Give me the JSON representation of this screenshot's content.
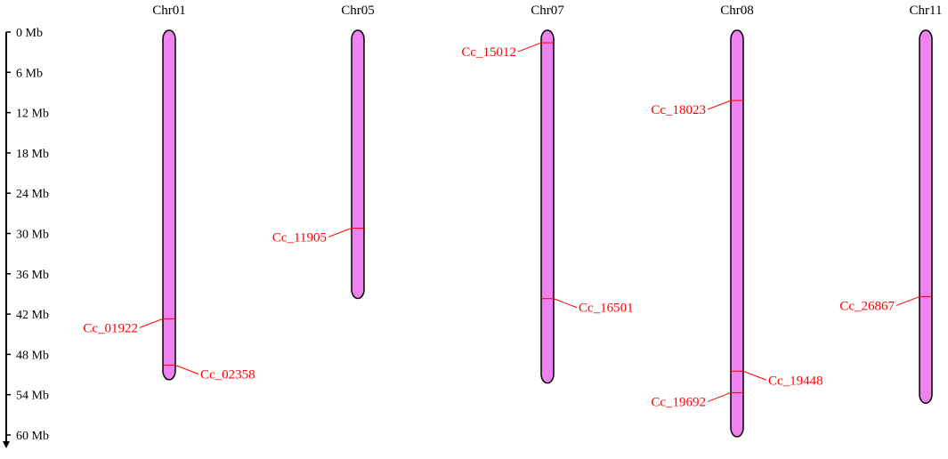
{
  "colors": {
    "chromosome_fill": "#ee82ee",
    "chromosome_stroke": "#000000",
    "gene_marker": "#ff0000",
    "axis": "#000000"
  },
  "scale": {
    "unit": "Mb",
    "max": 60,
    "step": 6,
    "ticks": [
      "0 Mb",
      "6 Mb",
      "12 Mb",
      "18 Mb",
      "24 Mb",
      "30 Mb",
      "36 Mb",
      "42 Mb",
      "48 Mb",
      "54 Mb",
      "60 Mb"
    ]
  },
  "chromosomes": [
    {
      "name": "Chr01",
      "length_mb": 51.5,
      "genes": [
        {
          "id": "Cc_01922",
          "pos_mb": 42.7,
          "label_side": "left"
        },
        {
          "id": "Cc_02358",
          "pos_mb": 49.6,
          "label_side": "right"
        }
      ]
    },
    {
      "name": "Chr05",
      "length_mb": 39.4,
      "genes": [
        {
          "id": "Cc_11905",
          "pos_mb": 29.2,
          "label_side": "left"
        }
      ]
    },
    {
      "name": "Chr07",
      "length_mb": 52.0,
      "genes": [
        {
          "id": "Cc_15012",
          "pos_mb": 1.6,
          "label_side": "left"
        },
        {
          "id": "Cc_16501",
          "pos_mb": 39.7,
          "label_side": "right"
        }
      ]
    },
    {
      "name": "Chr08",
      "length_mb": 60.0,
      "genes": [
        {
          "id": "Cc_18023",
          "pos_mb": 10.2,
          "label_side": "left"
        },
        {
          "id": "Cc_19448",
          "pos_mb": 50.5,
          "label_side": "right"
        },
        {
          "id": "Cc_19692",
          "pos_mb": 53.7,
          "label_side": "left"
        }
      ]
    },
    {
      "name": "Chr11",
      "length_mb": 55.0,
      "genes": [
        {
          "id": "Cc_26867",
          "pos_mb": 39.4,
          "label_side": "left"
        }
      ]
    }
  ]
}
